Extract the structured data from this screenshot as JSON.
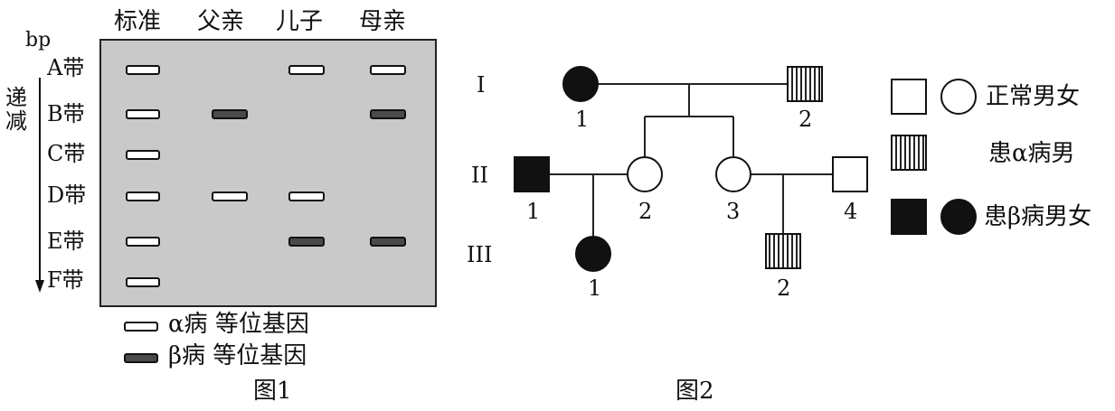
{
  "figure1": {
    "columns": [
      "标准",
      "父亲",
      "儿子",
      "母亲"
    ],
    "unit": "bp",
    "direction_label": [
      "递",
      "减"
    ],
    "rows": [
      "A带",
      "B带",
      "C带",
      "D带",
      "E带",
      "F带"
    ],
    "bands": {
      "标准": [
        "alpha",
        "alpha",
        "alpha",
        "alpha",
        "alpha",
        "alpha"
      ],
      "父亲": [
        null,
        "beta",
        null,
        "alpha",
        null,
        null
      ],
      "儿子": [
        "alpha",
        null,
        null,
        "alpha",
        "beta",
        null
      ],
      "母亲": [
        "alpha",
        "beta",
        null,
        null,
        "beta",
        null
      ]
    },
    "legend": [
      {
        "type": "alpha",
        "label": "α病 等位基因"
      },
      {
        "type": "beta",
        "label": "β病 等位基因"
      }
    ],
    "caption": "图1"
  },
  "figure2": {
    "generations": [
      "I",
      "II",
      "III"
    ],
    "members": [
      {
        "gen": "I",
        "num": "1",
        "sex": "female",
        "status": "beta"
      },
      {
        "gen": "I",
        "num": "2",
        "sex": "male",
        "status": "alpha"
      },
      {
        "gen": "II",
        "num": "1",
        "sex": "male",
        "status": "beta"
      },
      {
        "gen": "II",
        "num": "2",
        "sex": "female",
        "status": "normal"
      },
      {
        "gen": "II",
        "num": "3",
        "sex": "female",
        "status": "normal"
      },
      {
        "gen": "II",
        "num": "4",
        "sex": "male",
        "status": "normal"
      },
      {
        "gen": "III",
        "num": "1",
        "sex": "female",
        "status": "beta"
      },
      {
        "gen": "III",
        "num": "2",
        "sex": "male",
        "status": "alpha"
      }
    ],
    "legend": {
      "normal": "正常男女",
      "alpha": "患α病男",
      "beta": "患β病男女"
    },
    "caption": "图2"
  },
  "colors": {
    "affected": "#111111",
    "gel": "#c9c9c9",
    "line": "#222222"
  }
}
